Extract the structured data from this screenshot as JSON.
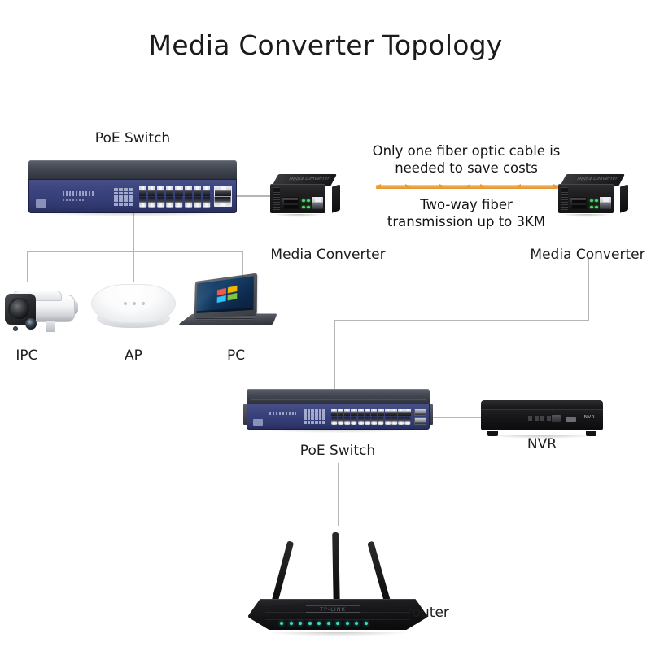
{
  "page": {
    "title": "Media Converter Topology",
    "background": "#ffffff",
    "line_color": "#b6b6b6",
    "fiber_color": "#ef9a29",
    "switch_panel_color": "#3d4580"
  },
  "annotations": {
    "fiber_note_line1": "Only one fiber optic cable is",
    "fiber_note_line2": "needed to save costs",
    "fiber_note_line3": "Two-way fiber",
    "fiber_note_line4": "transmission up to 3KM"
  },
  "devices": {
    "poe_switch_top": {
      "label": "PoE Switch",
      "ports": 16,
      "uplink_ports": 2,
      "brand_text": "PoE Switch"
    },
    "media_converter_left": {
      "label": "Media Converter",
      "top_text": "Media Converter"
    },
    "media_converter_right": {
      "label": "Media Converter",
      "top_text": "Media Converter"
    },
    "ipc": {
      "label": "IPC"
    },
    "ap": {
      "label": "AP"
    },
    "pc": {
      "label": "PC"
    },
    "poe_switch_bottom": {
      "label": "PoE Switch",
      "ports": 24,
      "uplink_ports": 2
    },
    "nvr": {
      "label": "NVR",
      "faceplate_text": "NVR"
    },
    "router": {
      "label": "router",
      "brand_text": "TP-LINK",
      "antennas": 3,
      "led_count": 10
    }
  }
}
